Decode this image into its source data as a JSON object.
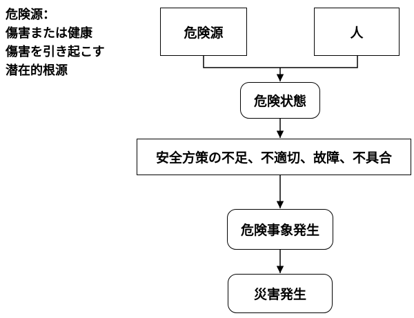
{
  "definition": {
    "lines": [
      "危険源：",
      "傷害または健康",
      "傷害を引き起こす",
      "潜在的根源"
    ]
  },
  "flow": {
    "hazard": "危険源",
    "person": "人",
    "hazardous_situation": "危険状態",
    "insufficient_measures": "安全方策の不足、不適切、故障、不具合",
    "hazardous_event": "危険事象発生",
    "accident": "災害発生"
  }
}
